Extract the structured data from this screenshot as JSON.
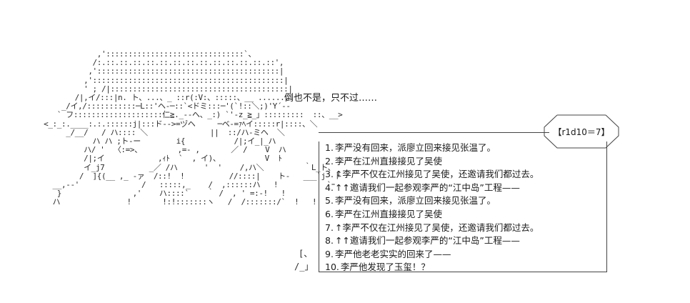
{
  "caption": "倒也不是，只不过……",
  "dice": {
    "label": "【r1d10＝7】"
  },
  "rolls": [
    {
      "num": "1.",
      "text": "李严没有回来，派廖立回来接见张温了。"
    },
    {
      "num": "2.",
      "text": "李严在江州直接接见了吴使"
    },
    {
      "num": "3.",
      "text": "↑李严不仅在江州接见了吴使，还邀请我们都过去。"
    },
    {
      "num": "4.",
      "text": "↑↑邀请我们一起参观李严的“江中岛”工程——"
    },
    {
      "num": "5.",
      "text": "李严没有回来，派廖立回来接见张温了。"
    },
    {
      "num": "6.",
      "text": "李严在江州直接接见了吴使"
    },
    {
      "num": "7.",
      "text": "↑李严不仅在江州接见了吴使，还邀请我们都过去。"
    },
    {
      "num": "8.",
      "text": "↑↑邀请我们一起参观李严的“江中岛”工程——"
    },
    {
      "num": "9.",
      "text": "李严他老老实实的回来了——"
    },
    {
      "num": "10.",
      "text": "李严他发现了玉玺！？"
    }
  ],
  "side_marks": {
    "upper": "[、",
    "lower": "/_」"
  },
  "ascii_art": "                 ,':::::::::::::::::::::::::::::::`、\n                /:.::.::.::.::.::.::.::.::.::.::.::.::.::',\n               ,':::::::::::::::::::::::::::::::::::::::::|\n              ,':::::::::::::::::::::::::::::::::::::::::::|\n              ' ; /|::::::::::::::::::::::::::::::::::::::::|\n            /|,イ/:::|n. ト、...、_ ::r(:V:、:::::、__ ........\n         _/イ,/:::::::::::─L::'ヘ-─::`<ドミ:::─'(`!::＼;)'Y´--\n        ` フ::::::::::::::::::::仁≧._--へ、_:) `'-z_≧_」:::::::::  ::、__>\n     <_:_:.____:.:.::::::j|:::ド-->=ヅヘ     ─ベ-=ｧﾍイ:::::r|::::、＼\n          _/__/   / ハ:::: ＼              ||  ::/ハ-ミヘ  ＼\n                ハ ハ ;ト-ー        i{           /|;イ_|_ハ\n              ハ/ '  〈:=>、        ,=- ,       ／ /    V  ハ\n              /|;イ            ,ｨﾄ  `  , イ)、          V  ﾄ\n              イ_j7          _／ /ハ      '  '    /,ハ＼         ｀L_ト、\n             /  ]{(__ ,_ -ァ  /::!  !          //::::|    ト-   ___`j  ト\n       __,-‐'              /   :::::,_    /  ,::::::ハ   !           `ｰ\n        }                ,'    ハ::::`    ｀ /  , ' =:-!   !\n       ハ               !       !:!:::::::ヽ   /  /:::::::/`  !   !"
}
